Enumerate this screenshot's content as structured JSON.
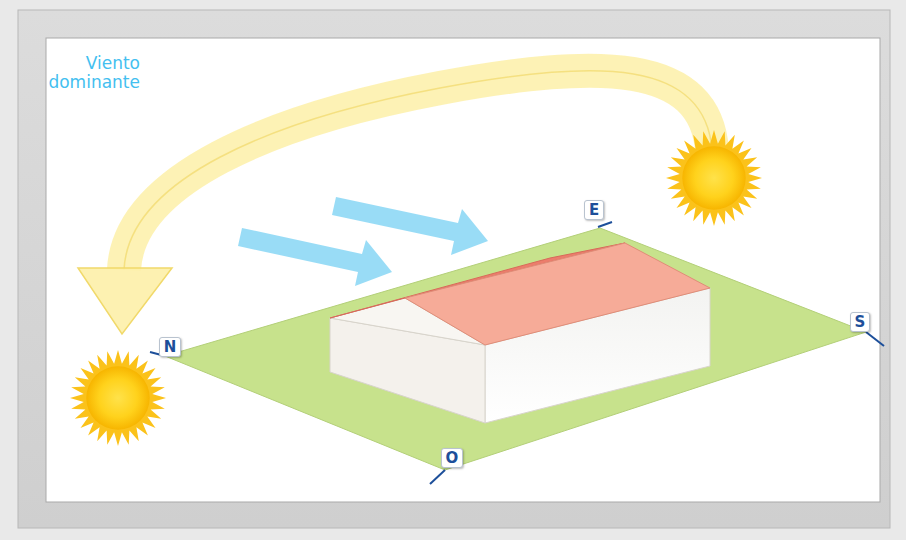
{
  "diagram": {
    "labels": [
      "Viento dominante",
      "E",
      "S",
      "N",
      "O"
    ]
  }
}
